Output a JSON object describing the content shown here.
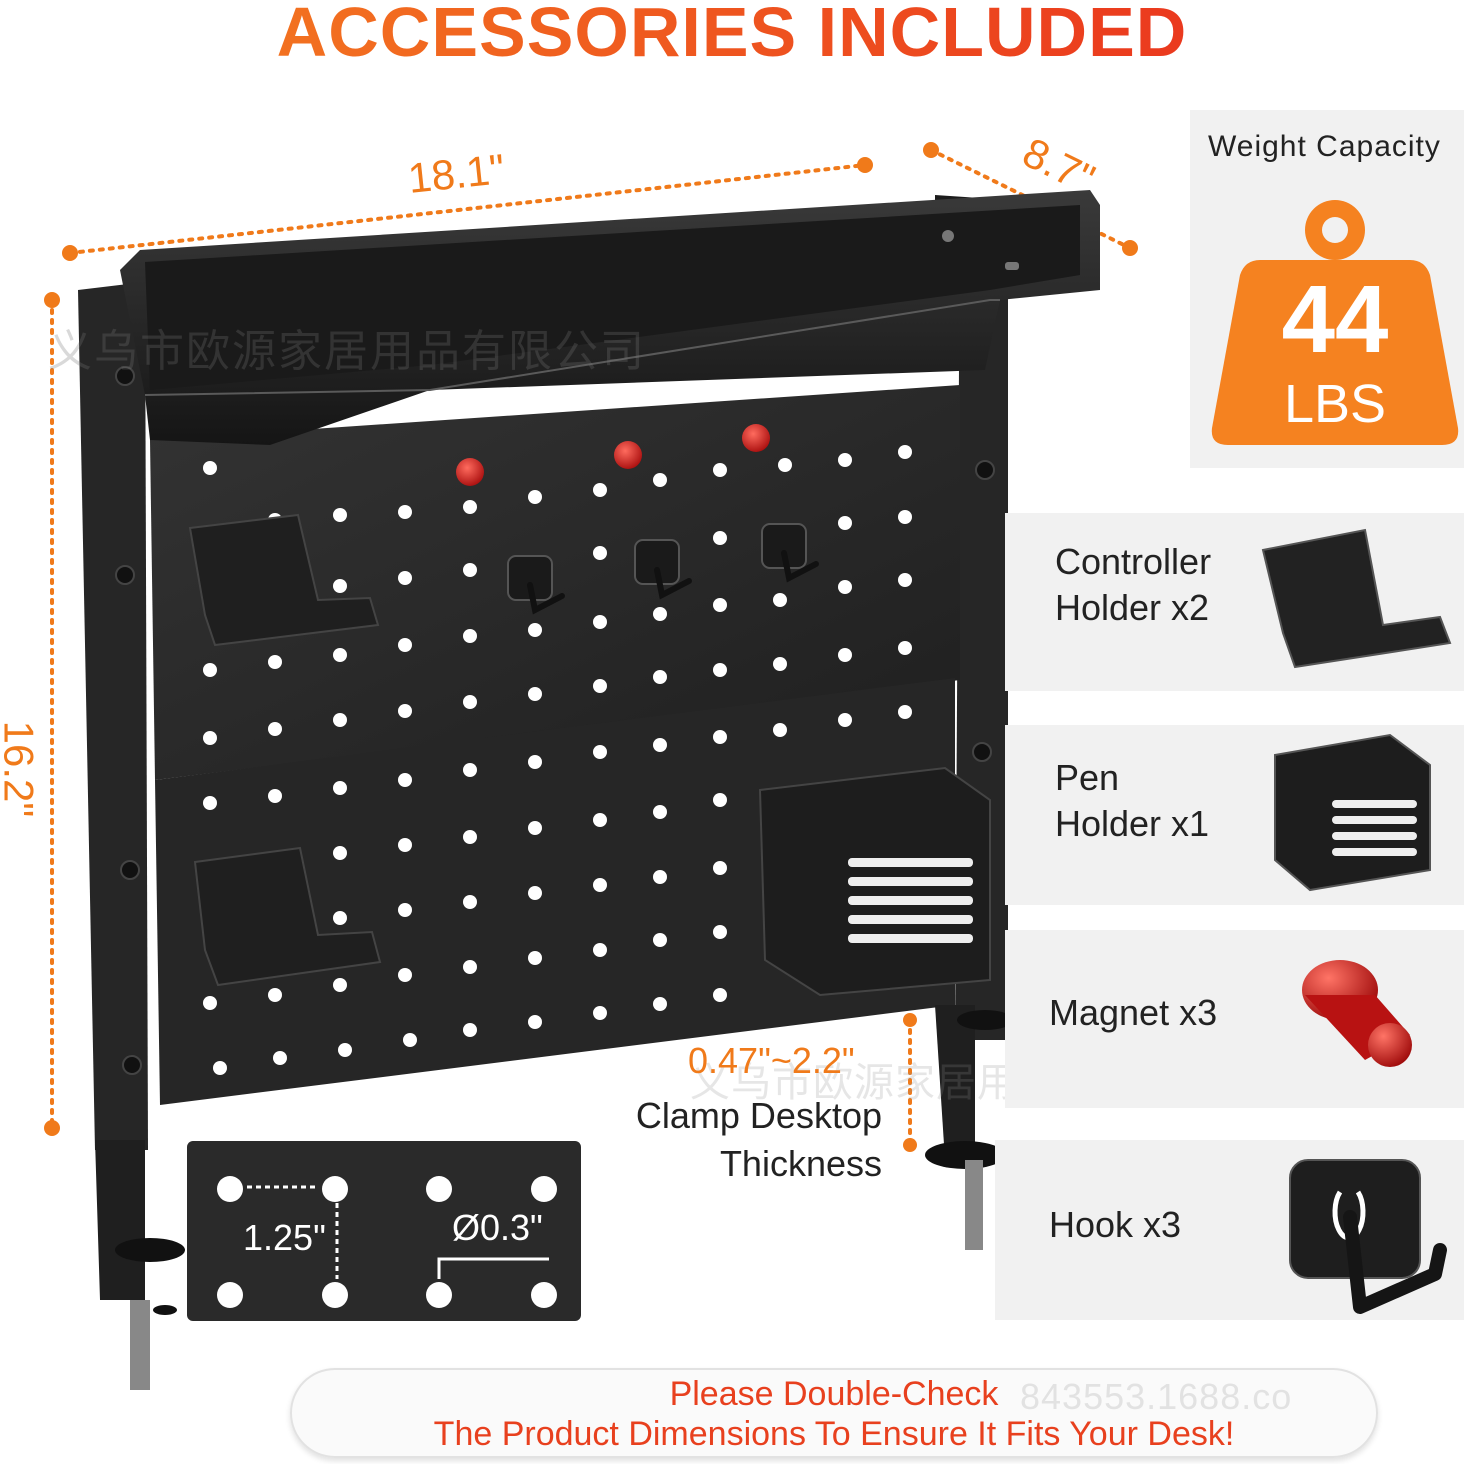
{
  "title": "ACCESSORIES INCLUDED",
  "dimensions": {
    "width": "18.1\"",
    "depth": "8.7\"",
    "height": "16.2\""
  },
  "weight": {
    "label": "Weight Capacity",
    "value": "44",
    "unit": "LBS"
  },
  "accessories": [
    {
      "line1": "Controller",
      "line2": "Holder x2"
    },
    {
      "line1": "Pen",
      "line2": "Holder x1"
    },
    {
      "line1": "Magnet x3",
      "line2": ""
    },
    {
      "line1": "Hook x3",
      "line2": ""
    }
  ],
  "clamp": {
    "range": "0.47\"~2.2\"",
    "line1": "Clamp Desktop",
    "line2": "Thickness"
  },
  "pegboard": {
    "hole_spacing": "1.25\"",
    "hole_diameter": "Ø0.3\""
  },
  "banner": {
    "line1": "Please Double-Check",
    "line2": "The Product Dimensions To Ensure It Fits Your Desk!"
  },
  "watermark": {
    "text": "义乌市欧源家居用品有限公司",
    "url_fragment": "843553.1688.co"
  },
  "colors": {
    "accent_orange": "#f58220",
    "accent_red": "#e8281e",
    "product_black": "#2a2a2a",
    "magnet_red": "#e01b1b"
  }
}
